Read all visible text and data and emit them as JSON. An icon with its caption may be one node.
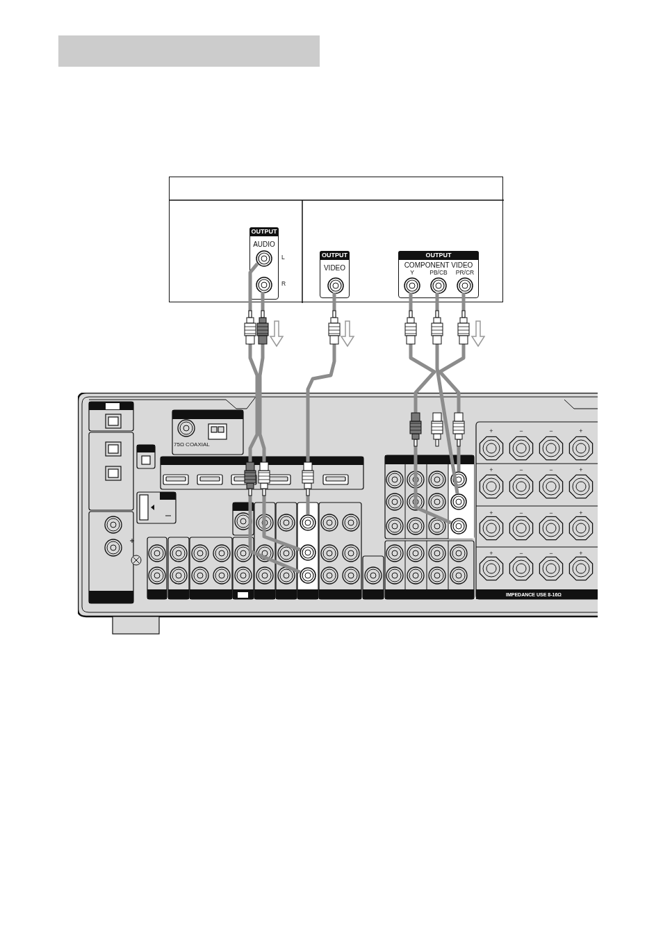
{
  "diagram": {
    "nodes": [
      {
        "text": [],
        "shape": "box"
      },
      {
        "text": [
          "OUTPUT",
          "AUDIO"
        ],
        "in": 0
      },
      {
        "text": [],
        "shape": "circle",
        "in": 1,
        "beside": [
          "L"
        ]
      },
      {
        "text": [],
        "shape": "circle",
        "in": 1,
        "beside": [
          "R"
        ]
      },
      {
        "text": [
          "OUTPUT",
          "VIDEO"
        ],
        "in": 0
      },
      {
        "text": [],
        "shape": "circle",
        "in": 4
      },
      {
        "text": [
          "OUTPUT",
          "COMPONENT VIDEO"
        ],
        "in": 0
      },
      {
        "text": [],
        "shape": "circle",
        "in": 6,
        "beside": [
          "Y"
        ]
      },
      {
        "text": [],
        "shape": "circle",
        "in": 6,
        "beside": [
          "PB/CB"
        ]
      },
      {
        "text": [],
        "shape": "circle",
        "in": 6,
        "beside": [
          "PR/CR"
        ]
      },
      {
        "text": [],
        "shape": "box"
      },
      {
        "text": [],
        "shape": "circle",
        "in": 10
      },
      {
        "text": [],
        "shape": "circle",
        "in": 10
      },
      {
        "text": [],
        "shape": "circle",
        "in": 10
      },
      {
        "text": [],
        "shape": "circle",
        "in": 10
      },
      {
        "text": [],
        "shape": "circle",
        "in": 10
      },
      {
        "text": [],
        "shape": "circle",
        "in": 10
      },
      {
        "text": [],
        "shape": "bar"
      }
    ],
    "edges": [
      {
        "from": 2,
        "to": 11,
        "arrow": "none"
      },
      {
        "from": 3,
        "to": 12,
        "arrow": "none"
      },
      {
        "from": 5,
        "to": 13,
        "arrow": "none"
      },
      {
        "from": 7,
        "to": 14,
        "arrow": "none"
      },
      {
        "from": 8,
        "to": 15,
        "arrow": "none"
      },
      {
        "from": 9,
        "to": 16,
        "arrow": "none"
      }
    ],
    "labels": [
      "75Ω COAXIAL",
      "+",
      "−",
      "−",
      "+",
      "+",
      "−",
      "−",
      "+",
      "+",
      "−",
      "−",
      "+",
      "+",
      "−",
      "−",
      "+",
      "IMPEDANCE USE 8-16Ω"
    ]
  }
}
